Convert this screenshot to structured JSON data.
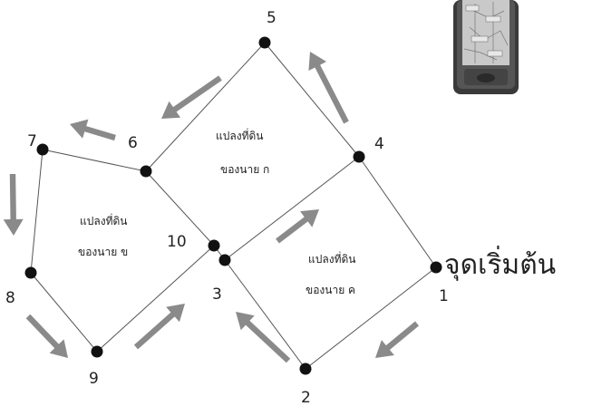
{
  "diagram": {
    "nodes": [
      {
        "id": "1",
        "label": "1"
      },
      {
        "id": "2",
        "label": "2"
      },
      {
        "id": "3",
        "label": "3"
      },
      {
        "id": "4",
        "label": "4"
      },
      {
        "id": "5",
        "label": "5"
      },
      {
        "id": "6",
        "label": "6"
      },
      {
        "id": "7",
        "label": "7"
      },
      {
        "id": "8",
        "label": "8"
      },
      {
        "id": "9",
        "label": "9"
      },
      {
        "id": "10",
        "label": "10"
      }
    ],
    "edges": [
      [
        "1",
        "2"
      ],
      [
        "2",
        "3"
      ],
      [
        "3",
        "4"
      ],
      [
        "4",
        "1"
      ],
      [
        "4",
        "5"
      ],
      [
        "5",
        "6"
      ],
      [
        "6",
        "10"
      ],
      [
        "10",
        "3"
      ],
      [
        "6",
        "7"
      ],
      [
        "7",
        "8"
      ],
      [
        "8",
        "9"
      ],
      [
        "9",
        "10"
      ]
    ],
    "parcels": [
      {
        "id": "kor",
        "line1": "แปลงที่ดิน",
        "line2": "ของนาย ก"
      },
      {
        "id": "khor",
        "line1": "แปลงที่ดิน",
        "line2": "ของนาย ข"
      },
      {
        "id": "khor2",
        "line1": "แปลงที่ดิน",
        "line2": "ของนาย ค"
      }
    ],
    "start_label": "จุดเริ่มต้น",
    "device_icon": "gps-device-icon",
    "colors": {
      "line": "#555555",
      "node": "#111111",
      "arrow": "#8a8a8a"
    }
  }
}
